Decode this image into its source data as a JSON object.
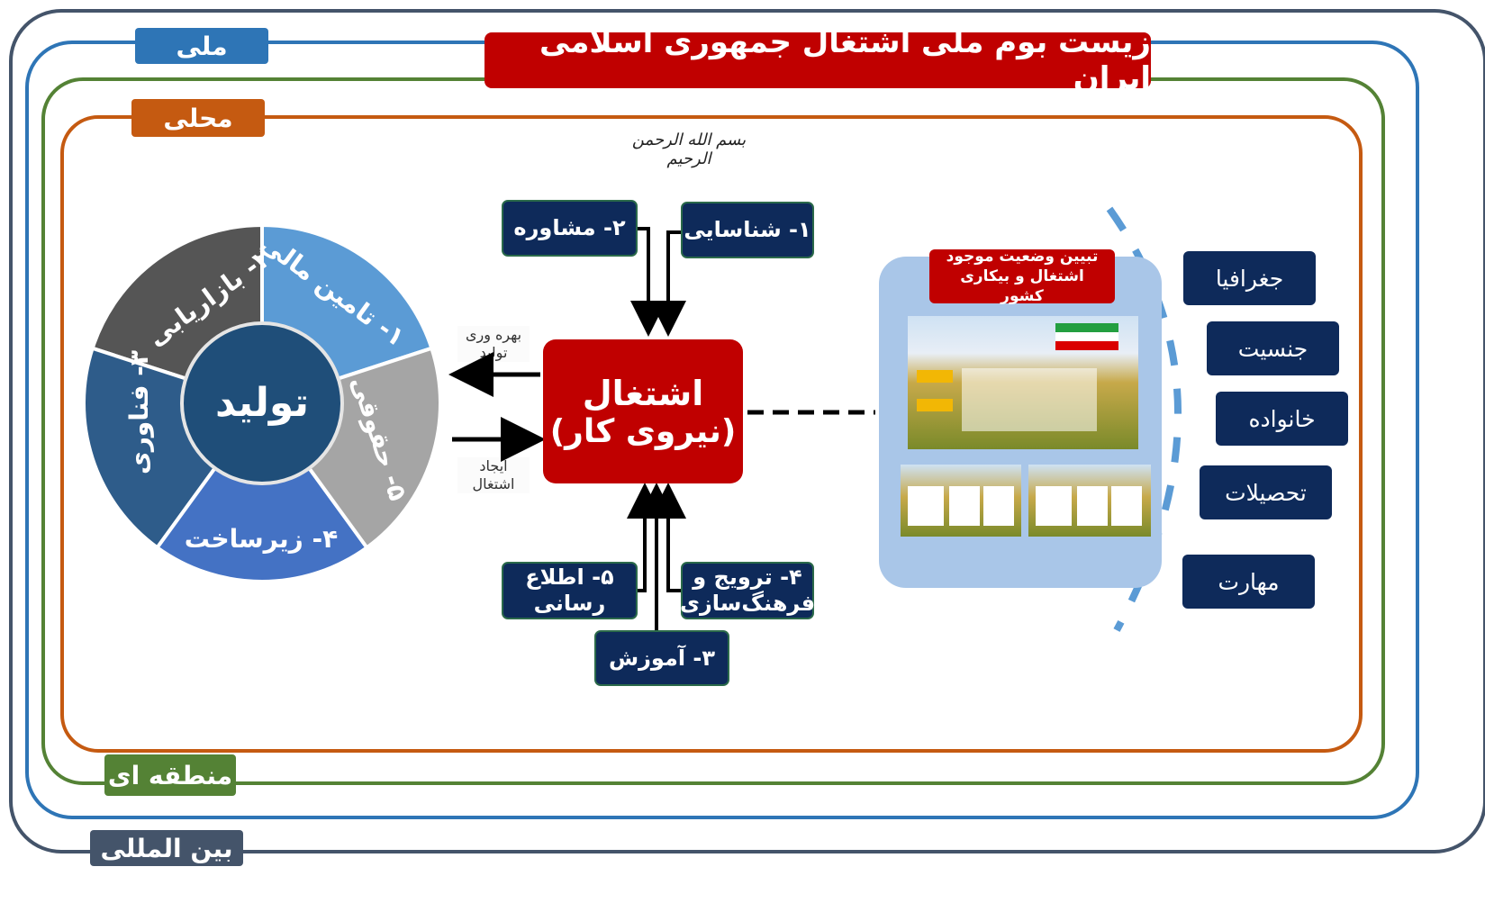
{
  "title": "زیست بوم ملی اشتغال جمهوری اسلامی ایران",
  "levels": {
    "national": "ملی",
    "local": "محلی",
    "regional": "منطقه ای",
    "international": "بین المللی"
  },
  "header_calligraphy": "بسم الله الرحمن الرحیم",
  "wheel": {
    "center": "تولید",
    "segments": [
      {
        "label": "۱- تامین مالی",
        "color": "#5b9bd5"
      },
      {
        "label": "۲- بازاریابی",
        "color": "#555555"
      },
      {
        "label": "۳- فناوری",
        "color": "#2e5c8a"
      },
      {
        "label": "۴- زیرساخت",
        "color": "#4472c4"
      },
      {
        "label": "۵- حقوقی",
        "color": "#a5a5a5"
      }
    ]
  },
  "center_box": {
    "line1": "اشتغال",
    "line2": "(نیروی کار)"
  },
  "arrows": {
    "productivity": "بهره وری تولید",
    "job_creation": "ایجاد اشتغال"
  },
  "inputs_top": [
    {
      "label": "۱- شناسایی"
    },
    {
      "label": "۲- مشاوره"
    }
  ],
  "inputs_bottom": [
    {
      "label": "۳- آموزش"
    },
    {
      "label": "۴- ترویج و فرهنگ‌سازی"
    },
    {
      "label": "۵- اطلاع رسانی"
    }
  ],
  "status_panel": {
    "title": "تبیین وضعیت موجود اشتغال و بیکاری کشور"
  },
  "factors": [
    "جغرافیا",
    "جنسیت",
    "خانواده",
    "تحصیلات",
    "مهارت"
  ],
  "colors": {
    "title_red": "#c00000",
    "navy": "#0e2a5a",
    "national_blue": "#2e75b6",
    "local_orange": "#c55a11",
    "regional_green": "#548235",
    "international_gray": "#44546a"
  }
}
